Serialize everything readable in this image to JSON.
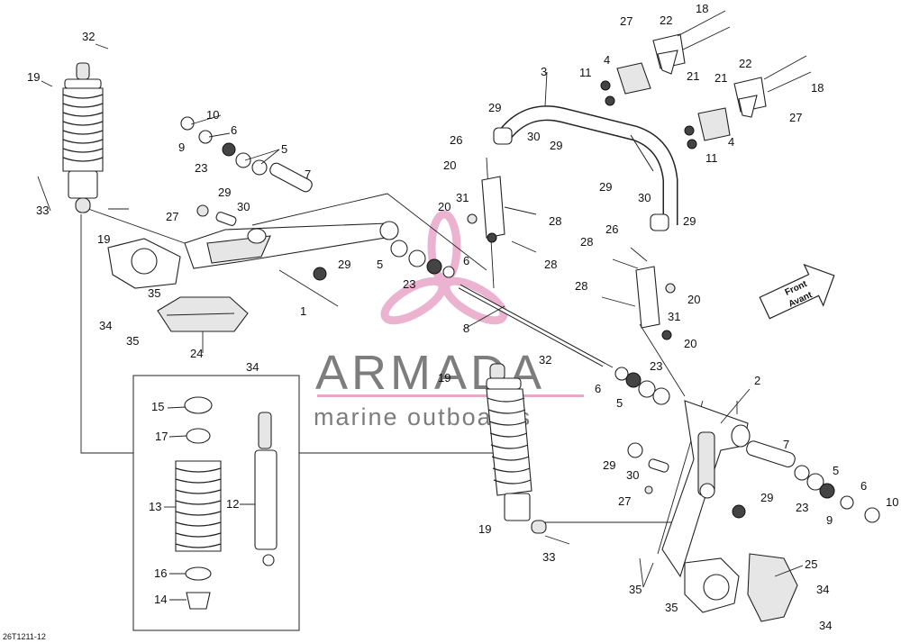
{
  "diagram": {
    "reference_code": "26T1211-12",
    "watermark": {
      "brand": "ARMADA",
      "tagline": "marine outboards",
      "brand_color": "#808080",
      "logo_color": "#e8a6c8"
    },
    "direction_arrow": {
      "line1": "Front",
      "line2": "Avant"
    },
    "callouts": [
      {
        "id": "c32a",
        "label": "32"
      },
      {
        "id": "c19a",
        "label": "19"
      },
      {
        "id": "c33a",
        "label": "33"
      },
      {
        "id": "c19b",
        "label": "19"
      },
      {
        "id": "c10a",
        "label": "10"
      },
      {
        "id": "c6a",
        "label": "6"
      },
      {
        "id": "c9a",
        "label": "9"
      },
      {
        "id": "c5a",
        "label": "5"
      },
      {
        "id": "c23a",
        "label": "23"
      },
      {
        "id": "c7a",
        "label": "7"
      },
      {
        "id": "c29a",
        "label": "29"
      },
      {
        "id": "c27a",
        "label": "27"
      },
      {
        "id": "c30a",
        "label": "30"
      },
      {
        "id": "c29b",
        "label": "29"
      },
      {
        "id": "c1",
        "label": "1"
      },
      {
        "id": "c35a",
        "label": "35"
      },
      {
        "id": "c34a",
        "label": "34"
      },
      {
        "id": "c35b",
        "label": "35"
      },
      {
        "id": "c24",
        "label": "24"
      },
      {
        "id": "c34b",
        "label": "34"
      },
      {
        "id": "c27b",
        "label": "27"
      },
      {
        "id": "c22a",
        "label": "22"
      },
      {
        "id": "c18a",
        "label": "18"
      },
      {
        "id": "c4a",
        "label": "4"
      },
      {
        "id": "c11a",
        "label": "11"
      },
      {
        "id": "c21a",
        "label": "21"
      },
      {
        "id": "c3",
        "label": "3"
      },
      {
        "id": "c22b",
        "label": "22"
      },
      {
        "id": "c21b",
        "label": "21"
      },
      {
        "id": "c18b",
        "label": "18"
      },
      {
        "id": "c27c",
        "label": "27"
      },
      {
        "id": "c4b",
        "label": "4"
      },
      {
        "id": "c11b",
        "label": "11"
      },
      {
        "id": "c29c",
        "label": "29"
      },
      {
        "id": "c26a",
        "label": "26"
      },
      {
        "id": "c30b",
        "label": "30"
      },
      {
        "id": "c29d",
        "label": "29"
      },
      {
        "id": "c20a",
        "label": "20"
      },
      {
        "id": "c31a",
        "label": "31"
      },
      {
        "id": "c20b",
        "label": "20"
      },
      {
        "id": "c28a",
        "label": "28"
      },
      {
        "id": "c28b",
        "label": "28"
      },
      {
        "id": "c5b",
        "label": "5"
      },
      {
        "id": "c6b",
        "label": "6"
      },
      {
        "id": "c23b",
        "label": "23"
      },
      {
        "id": "c8",
        "label": "8"
      },
      {
        "id": "c29e",
        "label": "29"
      },
      {
        "id": "c30c",
        "label": "30"
      },
      {
        "id": "c26b",
        "label": "26"
      },
      {
        "id": "c29f",
        "label": "29"
      },
      {
        "id": "c28c",
        "label": "28"
      },
      {
        "id": "c28d",
        "label": "28"
      },
      {
        "id": "c20c",
        "label": "20"
      },
      {
        "id": "c31b",
        "label": "31"
      },
      {
        "id": "c20d",
        "label": "20"
      },
      {
        "id": "c32b",
        "label": "32"
      },
      {
        "id": "c19c",
        "label": "19"
      },
      {
        "id": "c23c",
        "label": "23"
      },
      {
        "id": "c6c",
        "label": "6"
      },
      {
        "id": "c5c",
        "label": "5"
      },
      {
        "id": "c2",
        "label": "2"
      },
      {
        "id": "c7b",
        "label": "7"
      },
      {
        "id": "c29g",
        "label": "29"
      },
      {
        "id": "c30d",
        "label": "30"
      },
      {
        "id": "c27d",
        "label": "27"
      },
      {
        "id": "c29h",
        "label": "29"
      },
      {
        "id": "c5d",
        "label": "5"
      },
      {
        "id": "c23d",
        "label": "23"
      },
      {
        "id": "c6d",
        "label": "6"
      },
      {
        "id": "c9b",
        "label": "9"
      },
      {
        "id": "c10b",
        "label": "10"
      },
      {
        "id": "c19d",
        "label": "19"
      },
      {
        "id": "c33b",
        "label": "33"
      },
      {
        "id": "c25",
        "label": "25"
      },
      {
        "id": "c35c",
        "label": "35"
      },
      {
        "id": "c35d",
        "label": "35"
      },
      {
        "id": "c34c",
        "label": "34"
      },
      {
        "id": "c34d",
        "label": "34"
      },
      {
        "id": "c15",
        "label": "15"
      },
      {
        "id": "c17",
        "label": "17"
      },
      {
        "id": "c13",
        "label": "13"
      },
      {
        "id": "c12",
        "label": "12"
      },
      {
        "id": "c16",
        "label": "16"
      },
      {
        "id": "c14",
        "label": "14"
      }
    ]
  }
}
